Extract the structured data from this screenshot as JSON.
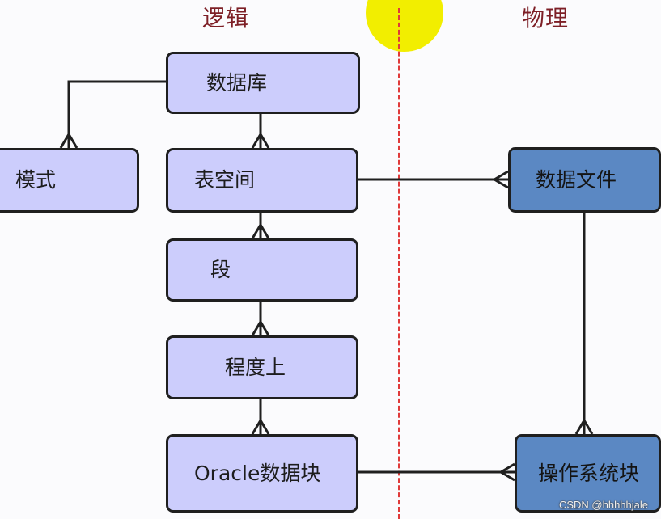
{
  "headers": {
    "logical": "逻辑",
    "physical": "物理"
  },
  "nodes": {
    "database": "数据库",
    "schema": "模式",
    "tablespace": "表空间",
    "segment": "段",
    "extent": "程度上",
    "oracle_block": "Oracle数据块",
    "data_file": "数据文件",
    "os_block": "操作系统块"
  },
  "watermark": "CSDN @hhhhhjale",
  "colors": {
    "logical_fill": "#cccdfc",
    "physical_fill": "#5b88c3",
    "header_text": "#7d1f26",
    "divider": "#e03a3a",
    "highlight": "#f2ee00"
  }
}
